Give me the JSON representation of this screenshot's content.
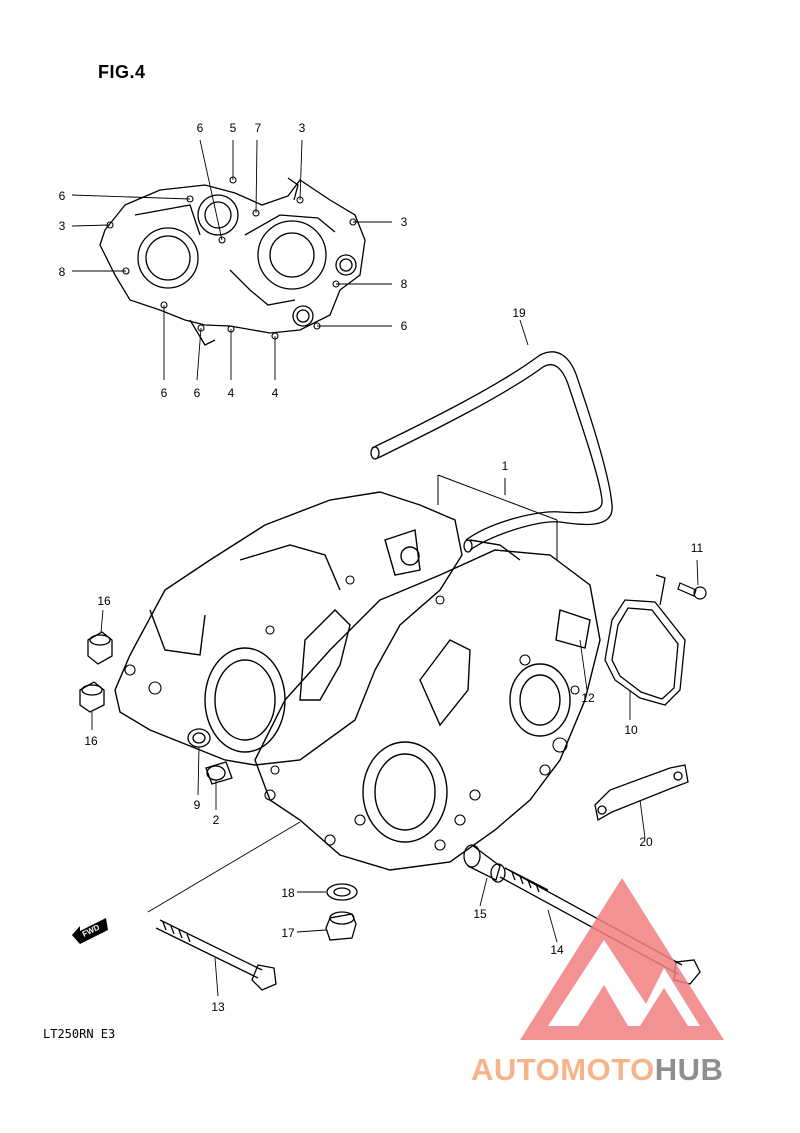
{
  "figure": {
    "title": "FIG.4",
    "model": "LT250RN  E3",
    "fwd_label": "FWD"
  },
  "callouts": {
    "inset": {
      "c6a": "6",
      "c5": "5",
      "c7": "7",
      "c3a": "3",
      "c6b": "6",
      "c3b": "3",
      "c3c": "3",
      "c8a": "8",
      "c8b": "8",
      "c6c": "6",
      "c6d": "6",
      "c6e": "6",
      "c4a": "4",
      "c4b": "4"
    },
    "main": {
      "c19": "19",
      "c1": "1",
      "c11": "11",
      "c16a": "16",
      "c16b": "16",
      "c12": "12",
      "c10": "10",
      "c9": "9",
      "c2": "2",
      "c20": "20",
      "c18": "18",
      "c15": "15",
      "c17": "17",
      "c14": "14",
      "c13": "13"
    }
  },
  "watermark": {
    "part1": "AUTOMOTO",
    "part2": "HUB",
    "colors": {
      "triangle": "#f08080",
      "part1": "#f5b48a",
      "part2": "#8f8f8f"
    }
  }
}
